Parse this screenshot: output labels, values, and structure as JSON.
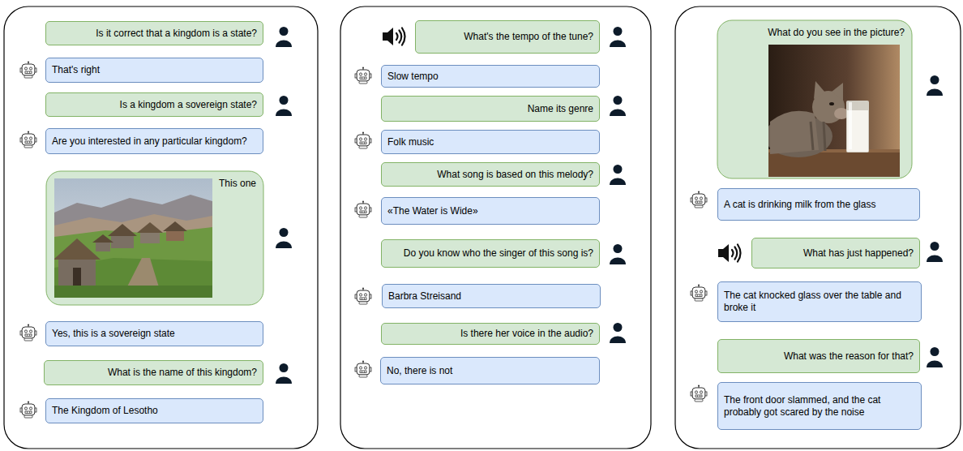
{
  "diagram": {
    "nodes": [
      {
        "text": [
          "Is it correct that a kingdom is a state?"
        ]
      },
      {
        "text": [
          "That's right"
        ]
      },
      {
        "text": [
          "Is a kingdom a sovereign state?"
        ]
      },
      {
        "text": [
          "Are you interested in any particular kingdom?"
        ]
      },
      {
        "text": [
          "This one"
        ]
      },
      {
        "text": [
          "Yes, this is a sovereign state"
        ]
      },
      {
        "text": [
          "What is the name of this kingdom?"
        ]
      },
      {
        "text": [
          "The Kingdom of Lesotho"
        ]
      },
      {
        "text": [
          "What's the tempo of the tune?"
        ]
      },
      {
        "text": [
          "Slow tempo"
        ]
      },
      {
        "text": [
          "Name its genre"
        ]
      },
      {
        "text": [
          "Folk music"
        ]
      },
      {
        "text": [
          "What song is based on this melody?"
        ]
      },
      {
        "text": [
          "«The Water is Wide»"
        ]
      },
      {
        "text": [
          "Do you know who the singer of this song is?"
        ]
      },
      {
        "text": [
          "Barbra Streisand"
        ]
      },
      {
        "text": [
          "Is there her voice in the audio?"
        ]
      },
      {
        "text": [
          "No, there is not"
        ]
      },
      {
        "text": [
          "What do you see in the picture?"
        ]
      },
      {
        "text": [
          "A cat is drinking milk from the glass"
        ]
      },
      {
        "text": [
          "What has just happened?"
        ]
      },
      {
        "text": [
          "The cat knocked glass over the table and broke it"
        ]
      },
      {
        "text": [
          "What was the reason for that?"
        ]
      },
      {
        "text": [
          "The front door slammed, and the cat probably got scared by the noise"
        ]
      }
    ]
  }
}
